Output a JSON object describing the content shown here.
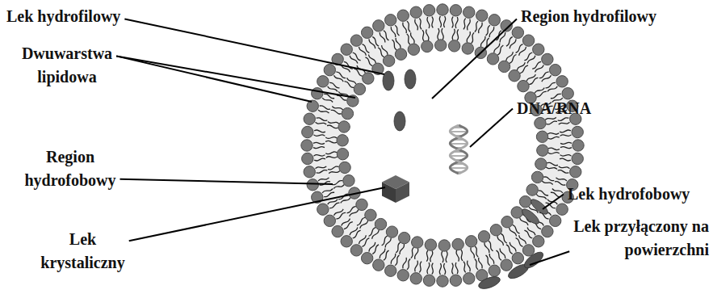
{
  "diagram": {
    "labels": [
      "Lek hydrofilowy",
      "Dwuwarstwa lipidowa",
      "Region hydrofobowy",
      "Lek krystaliczny",
      "Region hydrofilowy",
      "DNA/RNA",
      "Lek hydrofobowy",
      "Lek przyłączony na powierzchni"
    ]
  }
}
